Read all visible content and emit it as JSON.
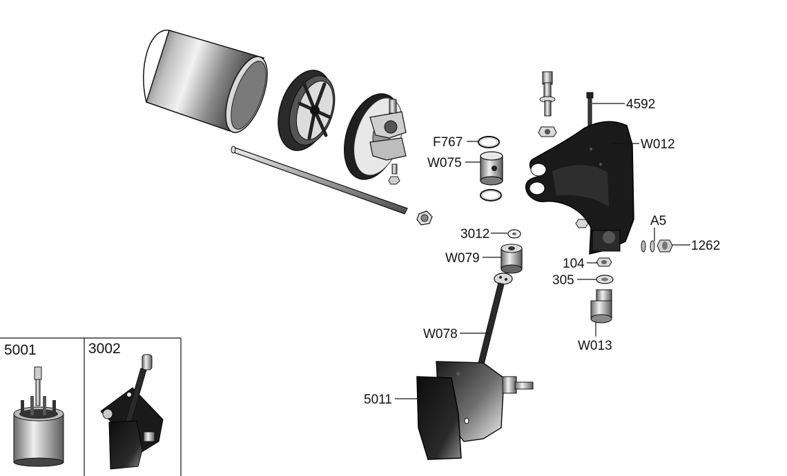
{
  "callouts": {
    "c4592": "4592",
    "cW012": "W012",
    "cF767": "F767",
    "cW075": "W075",
    "c3012": "3012",
    "cW079": "W079",
    "cA5": "A5",
    "c1262": "1262",
    "c104": "104",
    "c305": "305",
    "cW078": "W078",
    "cW013": "W013",
    "c5011": "5011"
  },
  "insets": {
    "left_label": "5001",
    "right_label": "3002"
  },
  "colors": {
    "metal_light": "#e6e6e6",
    "metal_mid": "#9a9a9a",
    "metal_dark": "#3a3a3a",
    "black_part": "#1a1a1a"
  }
}
